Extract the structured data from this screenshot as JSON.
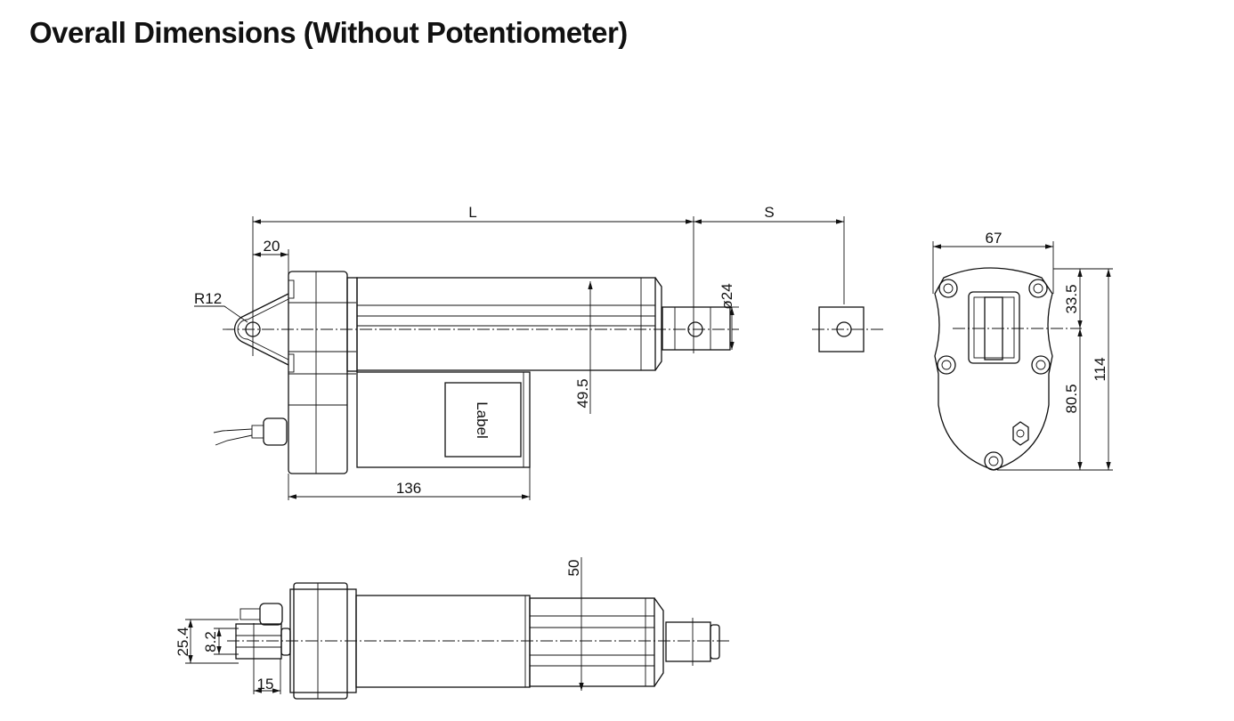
{
  "title": "Overall  Dimensions (Without Potentiometer)",
  "side_view": {
    "length_label": "L",
    "stroke_label": "S",
    "clevis_offset": "20",
    "clevis_radius": "R12",
    "rod_diameter": "ø24",
    "axis_to_motor": "49.5",
    "motor_length": "136",
    "label_text": "Label"
  },
  "end_view": {
    "width": "67",
    "upper_height": "33.5",
    "lower_height": "80.5",
    "total_height": "114"
  },
  "top_view": {
    "tube_diameter": "50",
    "connector_span": "25.4",
    "connector_pitch": "8.2",
    "connector_length": "15"
  }
}
